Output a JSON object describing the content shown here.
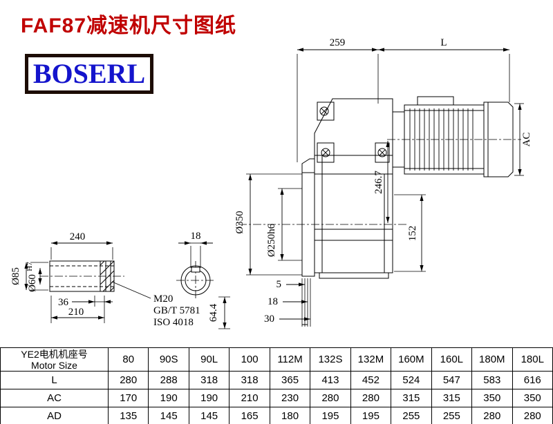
{
  "title": "FAF87减速机尺寸图纸",
  "logo": "BOSERL",
  "drawing": {
    "d259": "259",
    "dL": "L",
    "dAC": "AC",
    "d246": "246.7",
    "d350": "Ø350",
    "d250": "Ø250h6",
    "d152": "152",
    "d5": "5",
    "d18b": "18",
    "d30": "30",
    "d240": "240",
    "d85": "Ø85",
    "d60": "Ø60",
    "d60sup": "H7",
    "d36": "36",
    "d210": "210",
    "m20": "M20",
    "gbt": "GB/T 5781",
    "iso": "ISO 4018",
    "d18": "18",
    "d64": "64.4"
  },
  "table": {
    "header_line1": "YE2电机机座号",
    "header_line2": "Motor Size",
    "columns": [
      "80",
      "90S",
      "90L",
      "100",
      "112M",
      "132S",
      "132M",
      "160M",
      "160L",
      "180M",
      "180L"
    ],
    "rows": [
      {
        "label": "L",
        "values": [
          "280",
          "288",
          "318",
          "318",
          "365",
          "413",
          "452",
          "524",
          "547",
          "583",
          "616"
        ]
      },
      {
        "label": "AC",
        "values": [
          "170",
          "190",
          "190",
          "210",
          "230",
          "280",
          "280",
          "315",
          "315",
          "350",
          "350"
        ]
      },
      {
        "label": "AD",
        "values": [
          "135",
          "145",
          "145",
          "165",
          "180",
          "195",
          "195",
          "255",
          "255",
          "280",
          "280"
        ]
      }
    ]
  }
}
